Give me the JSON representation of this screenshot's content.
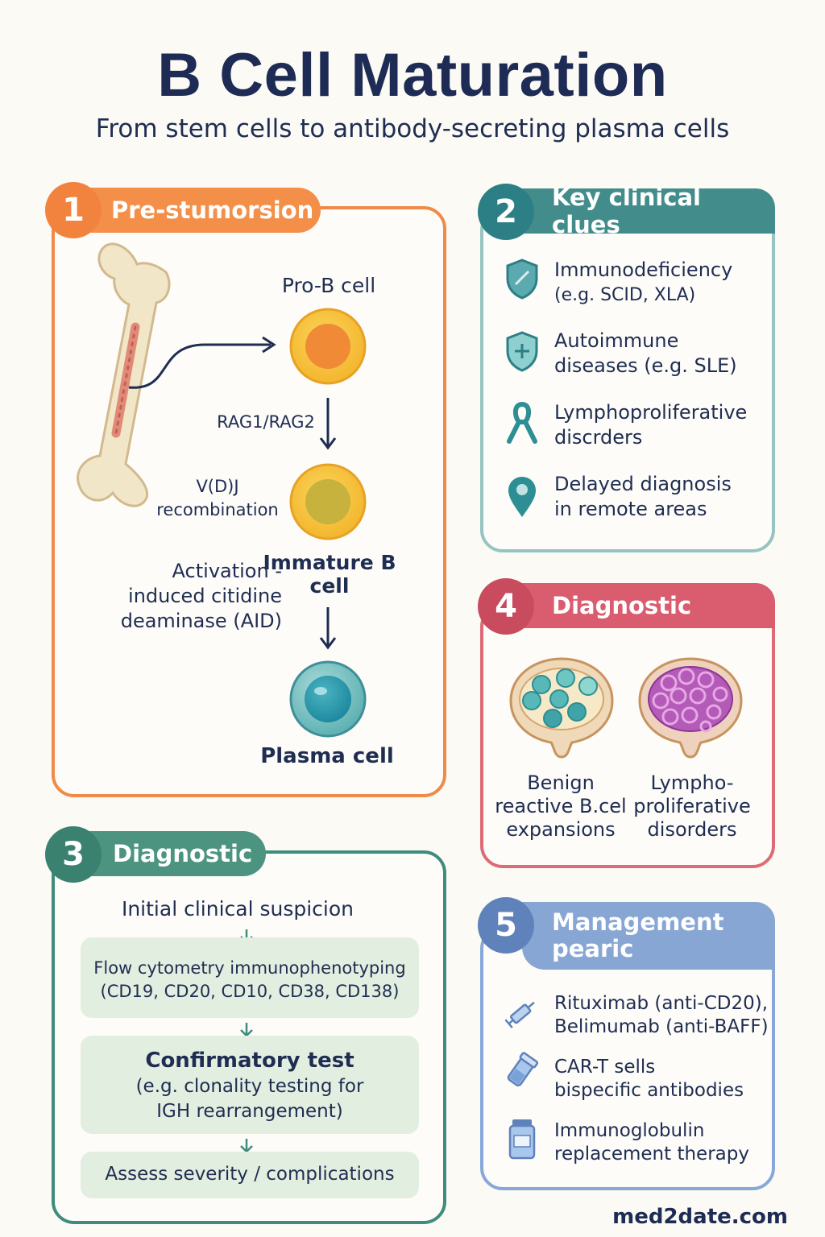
{
  "title": "B Cell Maturation",
  "subtitle": "From stem cells to antibody-secreting plasma cells",
  "panel1": {
    "number": "1",
    "header": "Pre-stumorsion",
    "pro_b": "Pro-B cell",
    "rag": "RAG1/RAG2",
    "vdj_line1": "V(D)J",
    "vdj_line2": "recombination",
    "aid_line1": "Activation -",
    "aid_line2": "induced citidine",
    "aid_line3": "deaminase (AID)",
    "immature_line1": "Immature B",
    "immature_line2": "cell",
    "plasma": "Plasma cell"
  },
  "panel2": {
    "number": "2",
    "header": "Key clinical clues",
    "items": [
      {
        "icon": "shield-icon",
        "line1": "Immunodeficiency",
        "line2": "(e.g. SCID, XLA)"
      },
      {
        "icon": "shield-plus-icon",
        "line1": "Autoimmune",
        "line2": "diseases (e.g. SLE)"
      },
      {
        "icon": "ribbon-icon",
        "line1": "Lymphoproliferative",
        "line2": "discrders"
      },
      {
        "icon": "location-pin-icon",
        "line1": "Delayed diagnosis",
        "line2": "in remote areas"
      }
    ]
  },
  "panel4": {
    "number": "4",
    "header": "Diagnostic",
    "left_line1": "Benign",
    "left_line2": "reactive B.cel",
    "left_line3": "expansions",
    "right_line1": "Lympho-",
    "right_line2": "proliferative",
    "right_line3": "disorders"
  },
  "panel3": {
    "number": "3",
    "header": "Diagnostic",
    "step0": "Initial clinical suspicion",
    "step1_line1": "Flow cytometry immunophenotyping",
    "step1_line2": "(CD19, CD20, CD10, CD38, CD138)",
    "step2_title": "Confirmatory test",
    "step2_line1": "(e.g. clonality testing for",
    "step2_line2": "IGH rearrangement)",
    "step3": "Assess severity / complications"
  },
  "panel5": {
    "number": "5",
    "header_line1": "Management",
    "header_line2": "pearic",
    "items": [
      {
        "icon": "syringe-icon",
        "line1": "Rituximab (anti-CD20),",
        "line2": "Belimumab (anti-BAFF)"
      },
      {
        "icon": "vial-icon",
        "line1": "CAR-T sells",
        "line2": "bispecific antibodies"
      },
      {
        "icon": "medicine-bottle-icon",
        "line1": "Immunoglobulin",
        "line2": "replacement therapy"
      }
    ]
  },
  "footer": "med2date.com",
  "colors": {
    "orange": "#f2833f",
    "teal": "#2d7f86",
    "red": "#c84b5e",
    "green": "#3a826f",
    "blue": "#5f82bb",
    "navy": "#1d2b55"
  }
}
